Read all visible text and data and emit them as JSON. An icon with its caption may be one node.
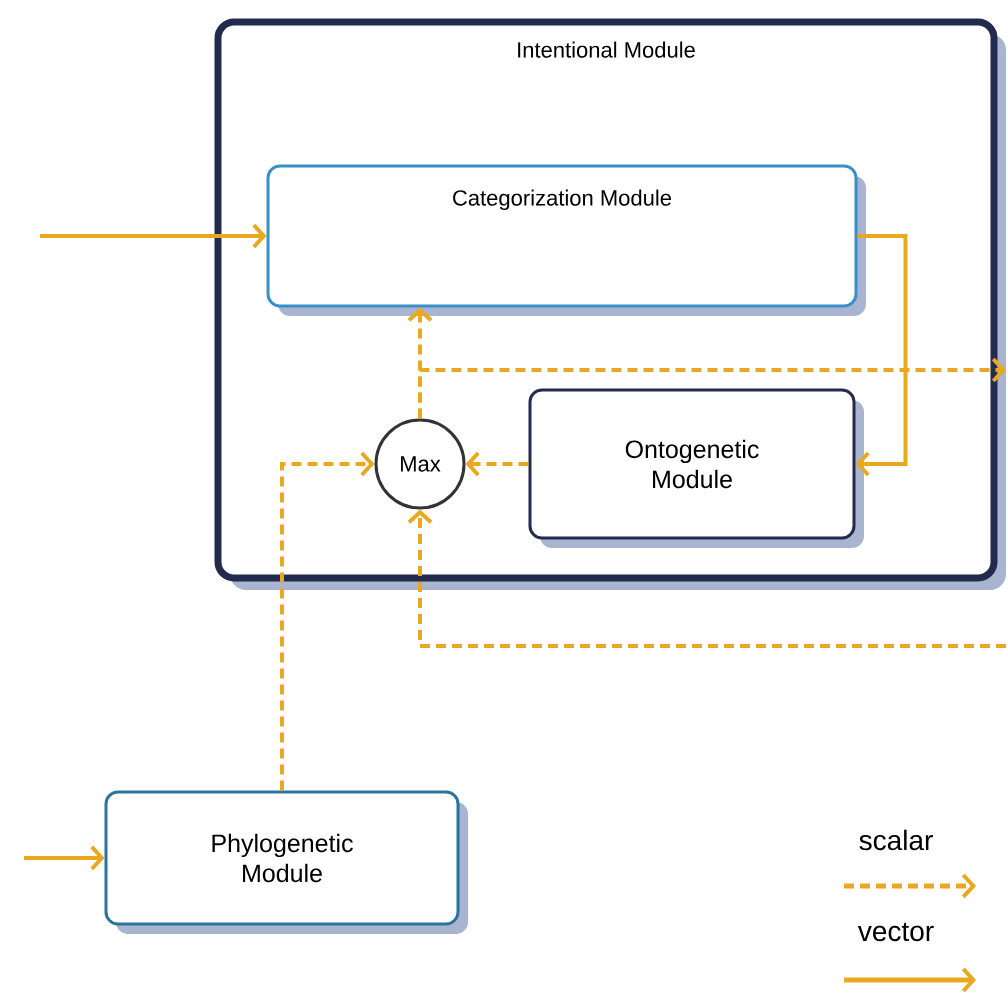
{
  "diagram": {
    "nodes": [
      {
        "text": [
          "Intentional Module"
        ]
      },
      {
        "text": [
          "Categorization Module"
        ],
        "in": 0
      },
      {
        "text": [
          "Max"
        ],
        "in": 0
      },
      {
        "text": [
          "Ontogenetic Module"
        ],
        "in": 0
      },
      {
        "text": [
          "Phylogenetic Module"
        ]
      }
    ],
    "edges": [
      {
        "from": null,
        "to": 1,
        "arrow": "to"
      },
      {
        "from": 1,
        "to": 3,
        "arrow": "to"
      },
      {
        "from": 3,
        "to": 2,
        "arrow": "to",
        "style": "dashed"
      },
      {
        "from": 4,
        "to": 2,
        "arrow": "to",
        "style": "dashed"
      },
      {
        "from": 2,
        "to": 1,
        "arrow": "to",
        "style": "dashed"
      },
      {
        "from": 2,
        "to": null,
        "arrow": "to",
        "style": "dashed"
      },
      {
        "from": null,
        "to": 2,
        "arrow": "to",
        "style": "dashed"
      },
      {
        "from": null,
        "to": 4,
        "arrow": "to"
      }
    ],
    "legend": [
      {
        "text": "scalar"
      },
      {
        "text": "vector"
      }
    ]
  }
}
